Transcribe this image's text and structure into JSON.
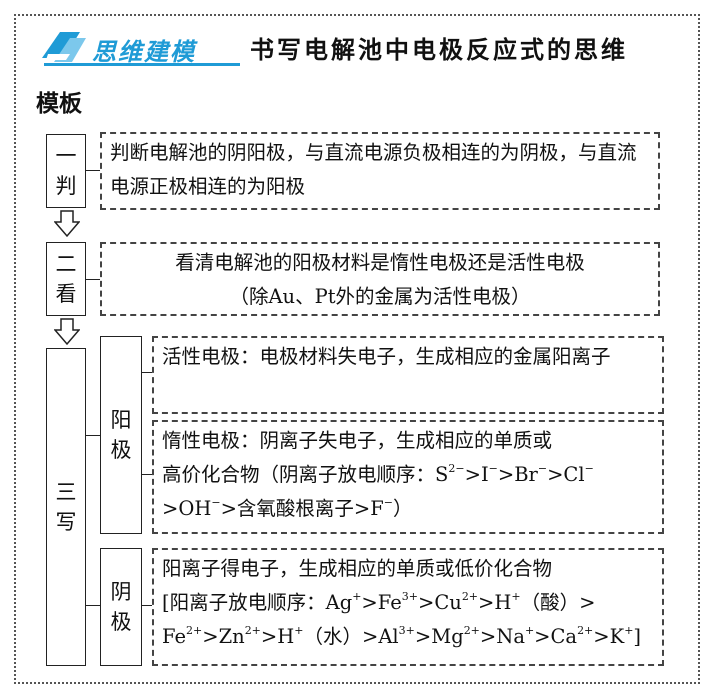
{
  "header": {
    "logo_text": "思维建模",
    "title": "书写电解池中电极反应式的思维"
  },
  "section_heading": "模板",
  "steps": [
    {
      "label_top": "一",
      "label_bottom": "判",
      "text": "判断电解池的阴阳极，与直流电源负极相连的为阴极，与直流电源正极相连的为阳极"
    },
    {
      "label_top": "二",
      "label_bottom": "看",
      "line1": "看清电解池的阳极材料是惰性电极还是活性电极",
      "line2": "（除Au、Pt外的金属为活性电极）"
    },
    {
      "label_top": "三",
      "label_bottom": "写"
    }
  ],
  "anode": {
    "label_top": "阳",
    "label_bottom": "极",
    "active_text": "活性电极：电极材料失电子，生成相应的金属阳离子",
    "inert_line1": "惰性电极：阴离子失电子，生成相应的单质或",
    "inert_line2_prefix": "高价化合物（阴离子放电顺序：",
    "inert_order_a": "S",
    "inert_order_a_sup": "2−",
    "sep": ">",
    "i": "I",
    "i_sup": "−",
    "br": "Br",
    "br_sup": "−",
    "cl": "Cl",
    "cl_sup": "−",
    "oh": "OH",
    "oh_sup": "−",
    "inert_line3_mid": "含氧酸根离子",
    "f": "F",
    "f_sup": "−",
    "close_paren": "）"
  },
  "cathode": {
    "label_top": "阴",
    "label_bottom": "极",
    "line1": "阳离子得电子，生成相应的单质或低价化合物",
    "line2_prefix": "[阳离子放电顺序：",
    "ag": "Ag",
    "fe3": "Fe",
    "cu": "Cu",
    "h": "H",
    "acid": "（酸）",
    "fe2": "Fe",
    "zn": "Zn",
    "water": "（水）",
    "al": "Al",
    "mg": "Mg",
    "na": "Na",
    "ca": "Ca",
    "k": "K",
    "end": "]",
    "sup_plus": "+",
    "sup_2plus": "2+",
    "sup_3plus": "3+"
  },
  "colors": {
    "brand": "#1f9bd6"
  }
}
